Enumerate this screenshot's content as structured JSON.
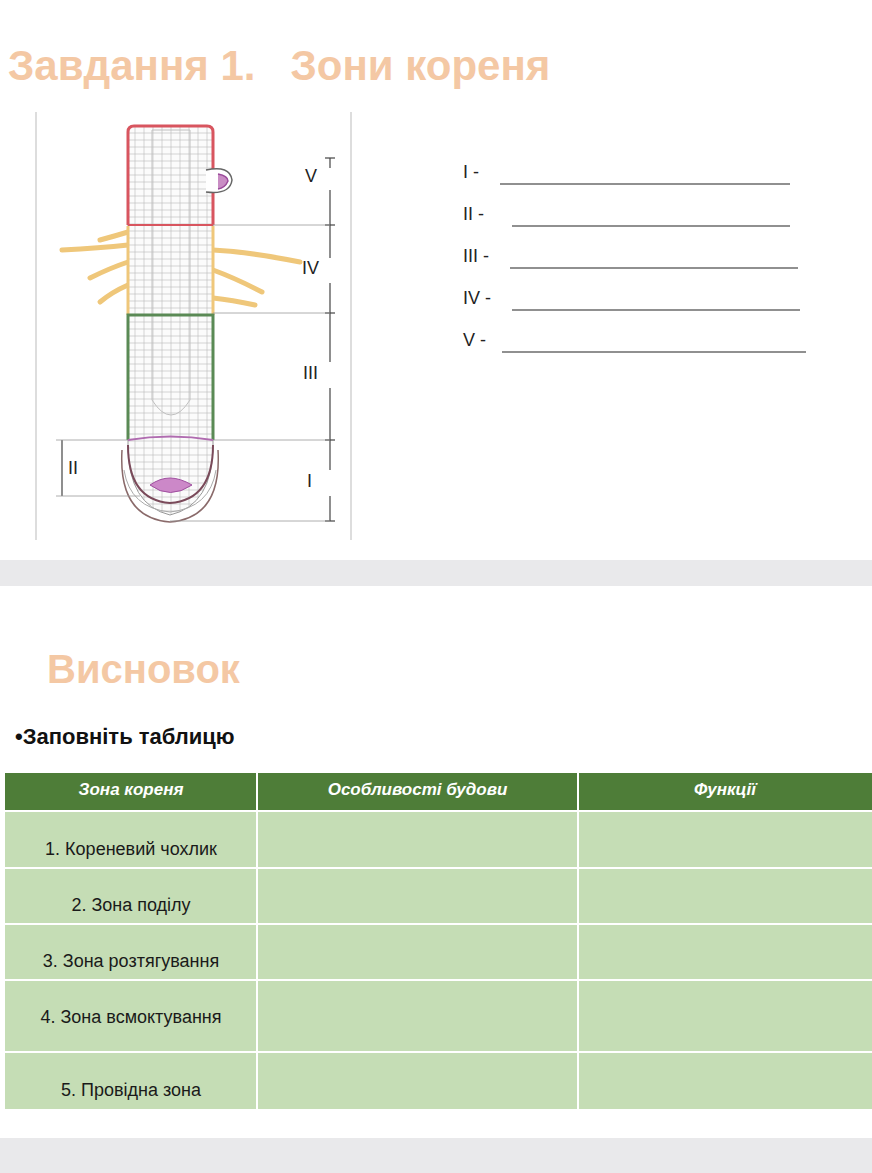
{
  "diagram": {
    "title": "Завдання 1.   Зони кореня",
    "labels": [
      "V",
      "IV",
      "III",
      "II",
      "I",
      "I -",
      "II -",
      "III -",
      "IV -",
      "V -",
      "Висновок",
      "•Заповніть таблицю",
      "Зона кореня",
      "Особливості будови",
      "Функції",
      "1. Кореневий чохлик",
      "2. Зона поділу",
      "3. Зона розтягування",
      "4. Зона всмоктування",
      "5. Провідна зона"
    ]
  }
}
